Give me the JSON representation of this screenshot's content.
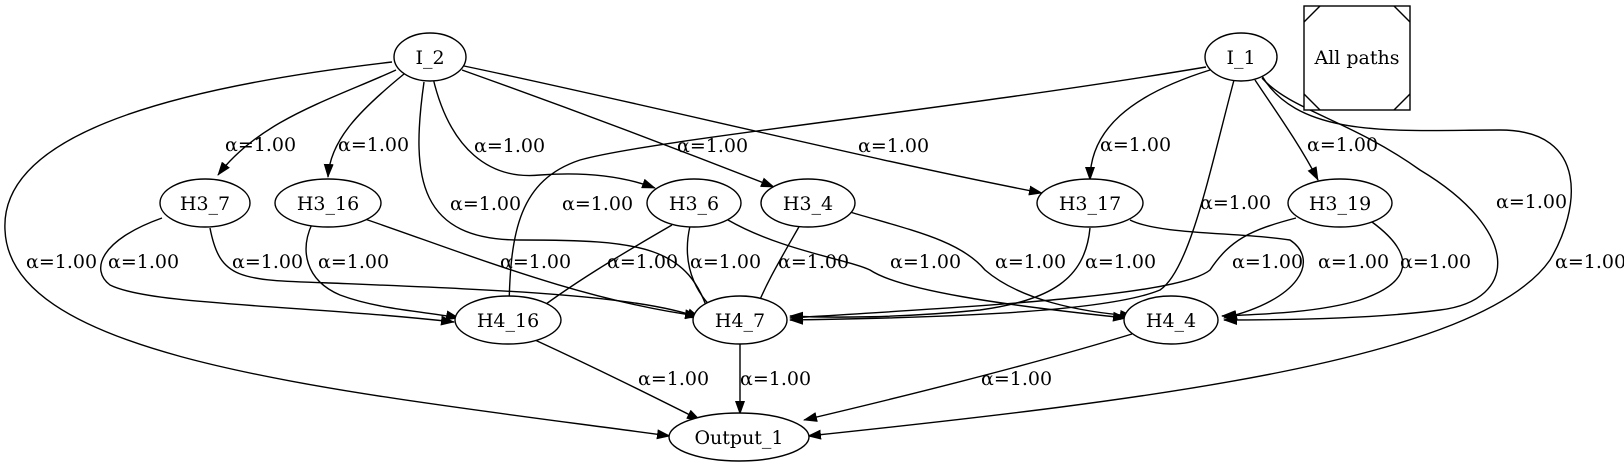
{
  "nodes": {
    "I_2": "I_2",
    "I_1": "I_1",
    "H3_7": "H3_7",
    "H3_16": "H3_16",
    "H3_6": "H3_6",
    "H3_4": "H3_4",
    "H3_17": "H3_17",
    "H3_19": "H3_19",
    "H4_16": "H4_16",
    "H4_7": "H4_7",
    "H4_4": "H4_4",
    "Output_1": "Output_1"
  },
  "legend": {
    "label": "All paths"
  },
  "edges": [
    {
      "from": "I_2",
      "to": "H3_7",
      "label": "α=1.00"
    },
    {
      "from": "I_2",
      "to": "H3_16",
      "label": "α=1.00"
    },
    {
      "from": "I_2",
      "to": "H3_6",
      "label": "α=1.00"
    },
    {
      "from": "I_2",
      "to": "H3_4",
      "label": "α=1.00"
    },
    {
      "from": "I_2",
      "to": "H3_17",
      "label": "α=1.00"
    },
    {
      "from": "I_2",
      "to": "H4_7",
      "label": "α=1.00"
    },
    {
      "from": "I_2",
      "to": "Output_1",
      "label": "α=1.00"
    },
    {
      "from": "I_1",
      "to": "H4_16",
      "label": "α=1.00"
    },
    {
      "from": "I_1",
      "to": "H3_17",
      "label": "α=1.00"
    },
    {
      "from": "I_1",
      "to": "H3_19",
      "label": "α=1.00"
    },
    {
      "from": "I_1",
      "to": "H4_7",
      "label": "α=1.00"
    },
    {
      "from": "I_1",
      "to": "H4_4",
      "label": "α=1.00"
    },
    {
      "from": "I_1",
      "to": "Output_1",
      "label": "α=1.00"
    },
    {
      "from": "H3_7",
      "to": "H4_16",
      "label": "α=1.00"
    },
    {
      "from": "H3_7",
      "to": "H4_7",
      "label": "α=1.00"
    },
    {
      "from": "H3_16",
      "to": "H4_16",
      "label": "α=1.00"
    },
    {
      "from": "H3_16",
      "to": "H4_7",
      "label": "α=1.00"
    },
    {
      "from": "H3_6",
      "to": "H4_16",
      "label": "α=1.00"
    },
    {
      "from": "H3_6",
      "to": "H4_7",
      "label": "α=1.00"
    },
    {
      "from": "H3_6",
      "to": "H4_4",
      "label": "α=1.00"
    },
    {
      "from": "H3_4",
      "to": "H4_7",
      "label": "α=1.00"
    },
    {
      "from": "H3_4",
      "to": "H4_4",
      "label": "α=1.00"
    },
    {
      "from": "H3_17",
      "to": "H4_7",
      "label": "α=1.00"
    },
    {
      "from": "H3_17",
      "to": "H4_4",
      "label": "α=1.00"
    },
    {
      "from": "H3_19",
      "to": "H4_7",
      "label": "α=1.00"
    },
    {
      "from": "H3_19",
      "to": "H4_4",
      "label": "α=1.00"
    },
    {
      "from": "H4_16",
      "to": "Output_1",
      "label": "α=1.00"
    },
    {
      "from": "H4_7",
      "to": "Output_1",
      "label": "α=1.00"
    },
    {
      "from": "H4_4",
      "to": "Output_1",
      "label": "α=1.00"
    }
  ]
}
